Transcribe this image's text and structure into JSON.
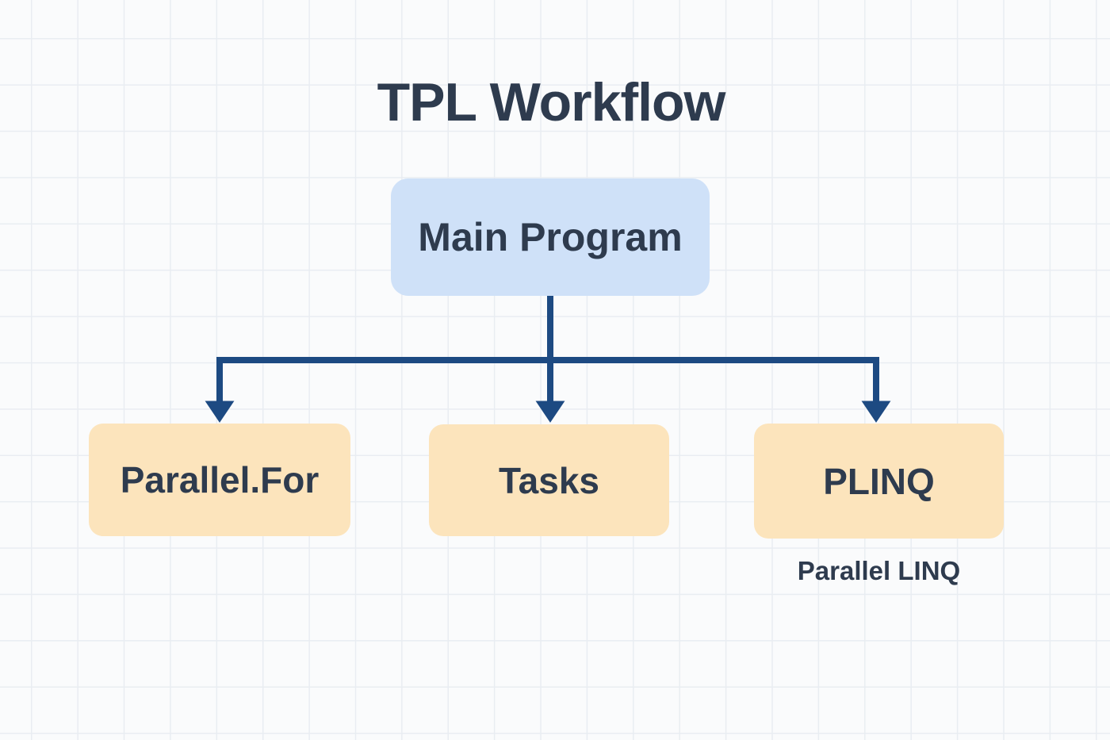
{
  "title": "TPL Workflow",
  "colors": {
    "background": "#fafbfc",
    "grid_line": "#e9edf2",
    "arrow": "#1d4a82",
    "root_box_fill": "#cfe1f8",
    "child_box_fill": "#fce4bc",
    "text": "#2e3b4e"
  },
  "diagram": {
    "root": {
      "label": "Main Program"
    },
    "children": [
      {
        "label": "Parallel.For"
      },
      {
        "label": "Tasks"
      },
      {
        "label": "PLINQ",
        "sublabel": "Parallel LINQ"
      }
    ]
  }
}
